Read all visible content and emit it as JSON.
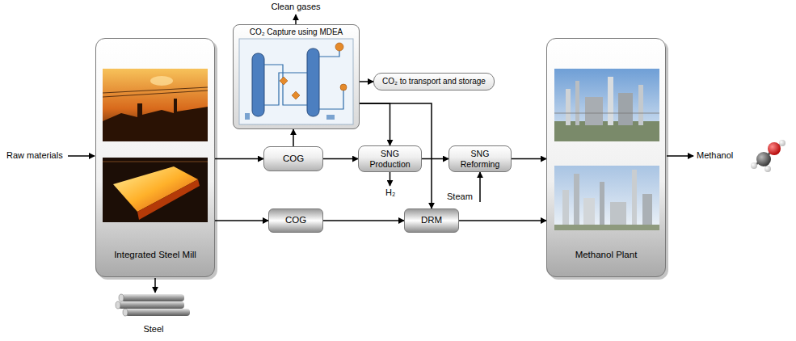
{
  "diagram": {
    "nodes": [
      {
        "text": [
          "Integrated Steel Mill"
        ]
      },
      {
        "text": [
          "CO₂ Capture using MDEA"
        ]
      },
      {
        "text": [
          "CO₂ to transport and storage"
        ]
      },
      {
        "text": [
          "COG"
        ]
      },
      {
        "text": [
          "SNG Production"
        ]
      },
      {
        "text": [
          "SNG Reforming"
        ]
      },
      {
        "text": [
          "COG"
        ]
      },
      {
        "text": [
          "DRM"
        ]
      },
      {
        "text": [
          "Methanol Plant"
        ]
      }
    ],
    "edges": [
      {
        "from": 0,
        "to": 3,
        "arrow": "to"
      },
      {
        "from": 3,
        "to": 1,
        "arrow": "to"
      },
      {
        "from": 3,
        "to": 4,
        "arrow": "to"
      },
      {
        "from": 1,
        "to": 2,
        "arrow": "to"
      },
      {
        "from": 1,
        "to": 4,
        "arrow": "to"
      },
      {
        "from": 1,
        "to": 7,
        "arrow": "to"
      },
      {
        "from": 4,
        "to": 5,
        "arrow": "to"
      },
      {
        "from": 5,
        "to": 8,
        "arrow": "to"
      },
      {
        "from": 0,
        "to": 6,
        "arrow": "to"
      },
      {
        "from": 6,
        "to": 7,
        "arrow": "to"
      },
      {
        "from": 7,
        "to": 8,
        "arrow": "to"
      }
    ],
    "labels": [
      "Clean gases",
      "Raw materials",
      "H₂",
      "Steam",
      "Steel",
      "Methanol"
    ]
  }
}
